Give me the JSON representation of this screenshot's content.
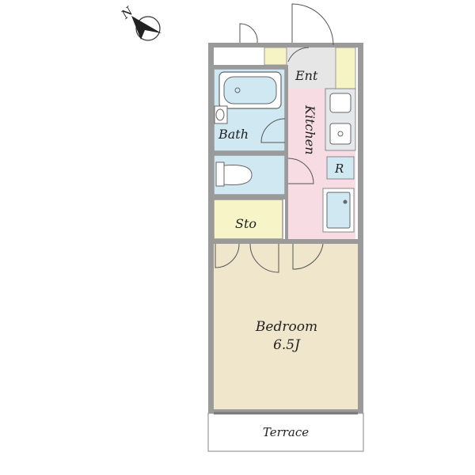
{
  "compass": {
    "label": "N",
    "icon": "north-arrow-icon"
  },
  "rooms": {
    "entrance": {
      "label": "Ent"
    },
    "kitchen": {
      "label": "Kitchen"
    },
    "bath": {
      "label": "Bath"
    },
    "refrigerator": {
      "label": "R"
    },
    "storage": {
      "label": "Sto"
    },
    "bedroom": {
      "label": "Bedroom",
      "size": "6.5J"
    },
    "terrace": {
      "label": "Terrace"
    }
  },
  "colors": {
    "wall": "#8a8a8a",
    "bath": "#cfe8f2",
    "kitchen": "#f7dde3",
    "storage": "#f7f5c8",
    "entrance": "#e6e6e6",
    "bedroom": "#efe6cc",
    "closet": "#f6f3c4"
  }
}
